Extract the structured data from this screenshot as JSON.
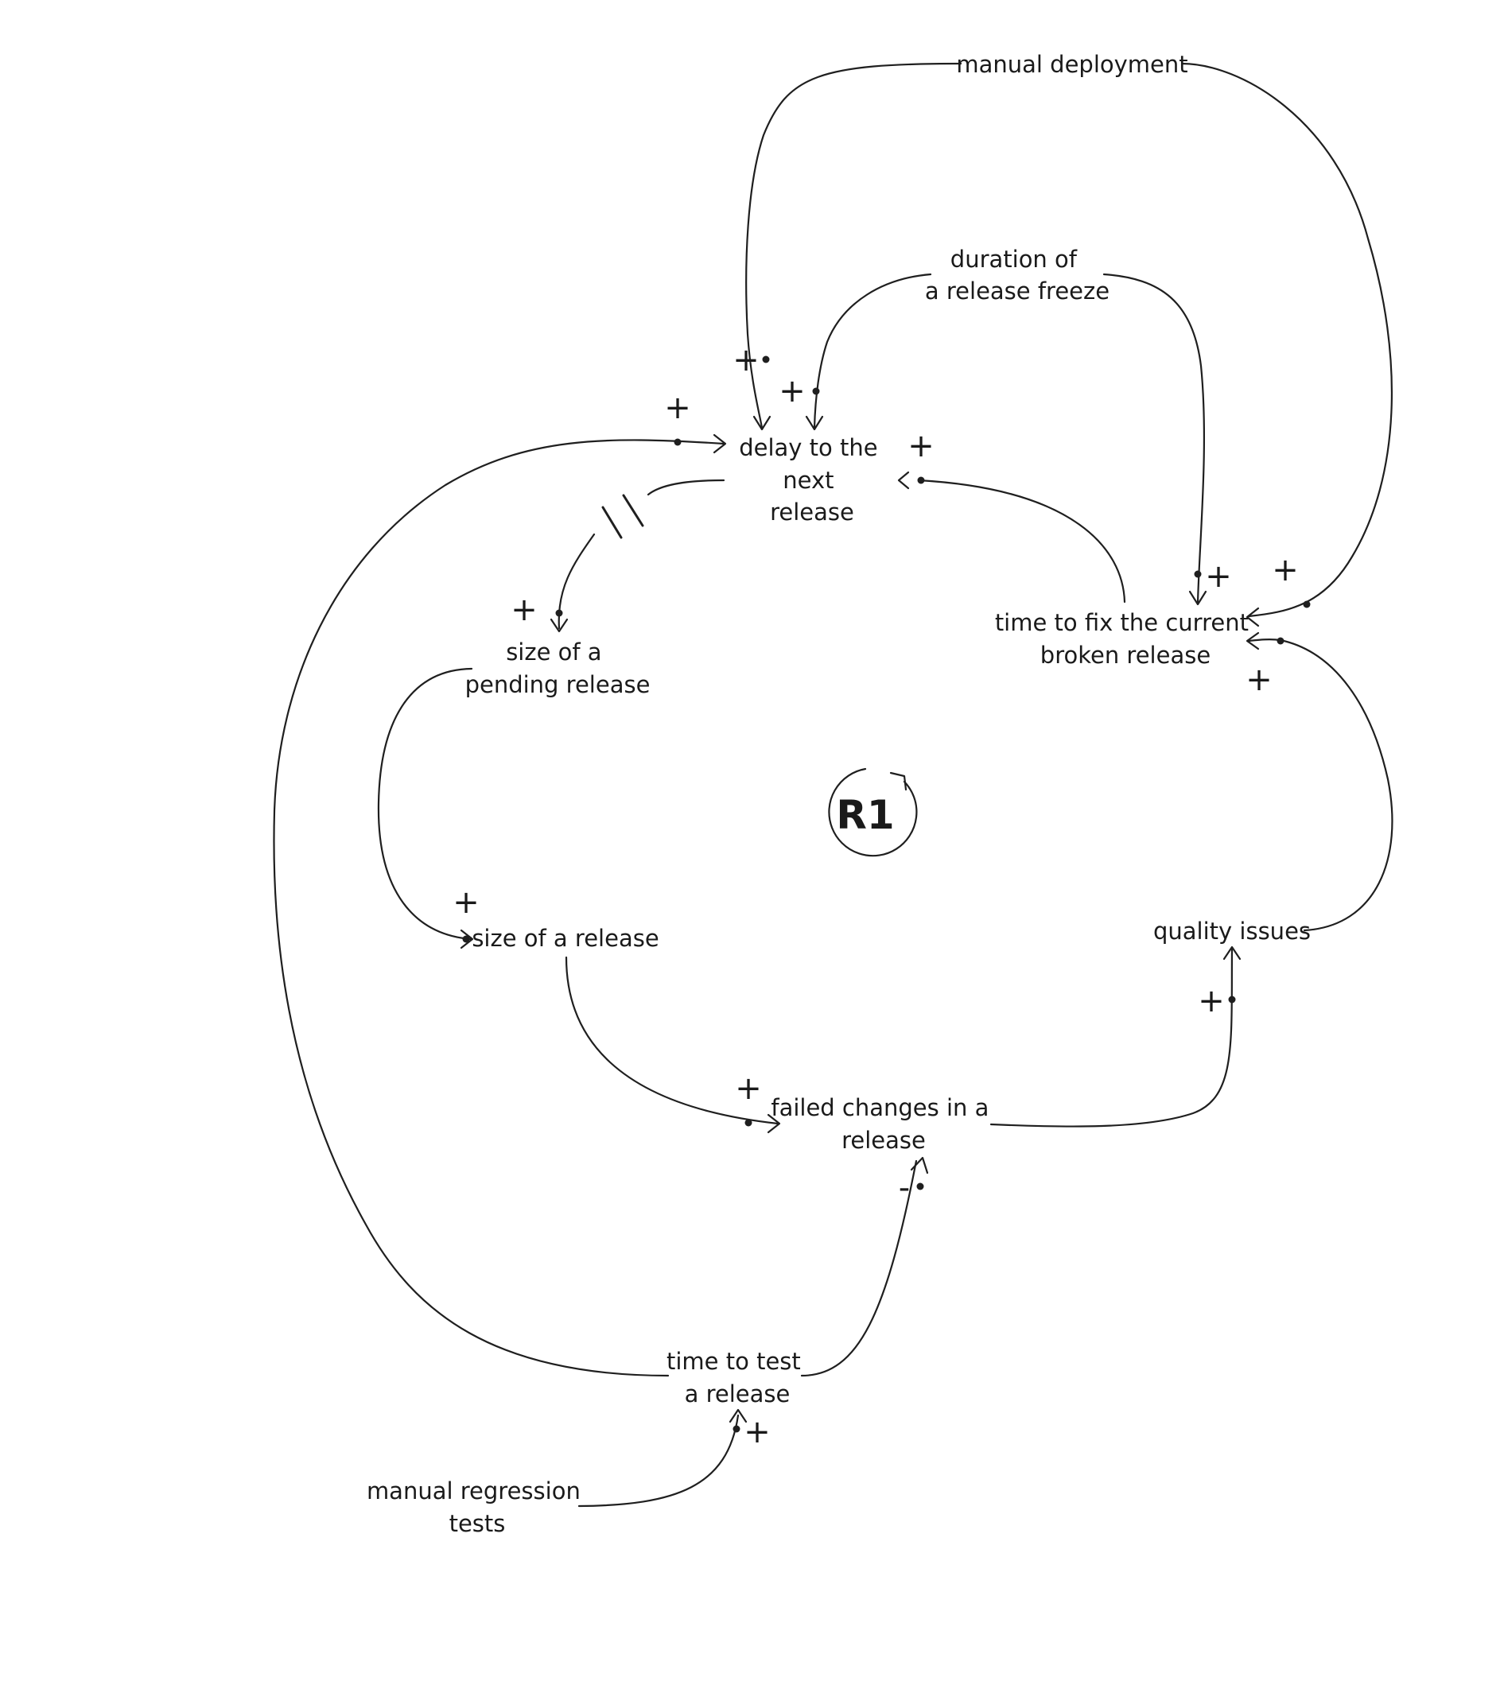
{
  "nodes": {
    "manual_deployment": [
      "manual deployment"
    ],
    "duration_of_freeze": [
      "duration of",
      "a release freeze"
    ],
    "delay_to_next_release": [
      "delay to the",
      "next",
      "release"
    ],
    "size_of_pending_release": [
      "size of a",
      "pending release"
    ],
    "time_to_fix": [
      "time to fix the current",
      "broken release"
    ],
    "size_of_release": [
      "size of a release"
    ],
    "quality_issues": [
      "quality issues"
    ],
    "failed_changes": [
      "failed changes in a",
      "release"
    ],
    "time_to_test": [
      "time to test",
      "a release"
    ],
    "manual_regression_tests": [
      "manual regression",
      "tests"
    ]
  },
  "links": [
    {
      "from": "manual deployment",
      "to": "delay to the next release",
      "polarity": "+"
    },
    {
      "from": "manual deployment",
      "to": "time to fix the current broken release",
      "polarity": "+"
    },
    {
      "from": "duration of a release freeze",
      "to": "delay to the next release",
      "polarity": "+"
    },
    {
      "from": "duration of a release freeze",
      "to": "time to fix the current broken release",
      "polarity": "+"
    },
    {
      "from": "time to fix the current broken release",
      "to": "delay to the next release",
      "polarity": "+"
    },
    {
      "from": "time to test a release",
      "to": "delay to the next release",
      "polarity": "+"
    },
    {
      "from": "delay to the next release",
      "to": "size of a pending release",
      "polarity": "+",
      "delay": true
    },
    {
      "from": "size of a pending release",
      "to": "size of a release",
      "polarity": "+"
    },
    {
      "from": "size of a release",
      "to": "failed changes in a release",
      "polarity": "+"
    },
    {
      "from": "failed changes in a release",
      "to": "quality issues",
      "polarity": "+"
    },
    {
      "from": "quality issues",
      "to": "time to fix the current broken release",
      "polarity": "+"
    },
    {
      "from": "time to test a release",
      "to": "failed changes in a release",
      "polarity": "-"
    },
    {
      "from": "manual regression tests",
      "to": "time to test a release",
      "polarity": "+"
    }
  ],
  "loop": {
    "label": "R1",
    "type": "reinforcing"
  }
}
